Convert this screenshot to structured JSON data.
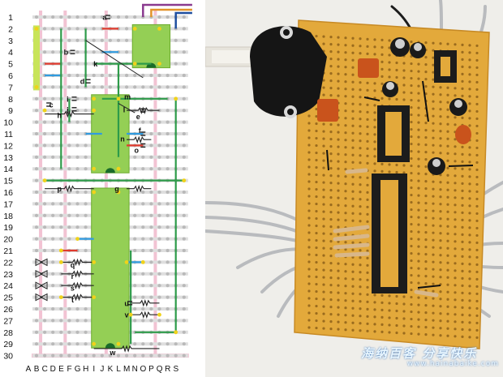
{
  "diagram": {
    "title": "",
    "row_labels": [
      "1",
      "2",
      "3",
      "4",
      "5",
      "6",
      "7",
      "8",
      "9",
      "10",
      "11",
      "12",
      "13",
      "14",
      "15",
      "16",
      "17",
      "18",
      "19",
      "20",
      "21",
      "22",
      "23",
      "24",
      "25",
      "26",
      "27",
      "28",
      "29",
      "30"
    ],
    "column_labels": [
      "A",
      "B",
      "C",
      "D",
      "E",
      "F",
      "G",
      "H",
      "I",
      "J",
      "K",
      "L",
      "M",
      "N",
      "O",
      "P",
      "Q",
      "R",
      "S"
    ],
    "component_labels": [
      {
        "text": "a",
        "col": 8.3,
        "row": 1
      },
      {
        "text": "b",
        "col": 3.6,
        "row": 4
      },
      {
        "text": "k",
        "col": 7.2,
        "row": 5
      },
      {
        "text": "d",
        "col": 5.6,
        "row": 6.5
      },
      {
        "text": "c",
        "col": 1.8,
        "row": 8.5
      },
      {
        "text": "i",
        "col": 3.8,
        "row": 8
      },
      {
        "text": "j",
        "col": 3.8,
        "row": 8.9
      },
      {
        "text": "l",
        "col": 10.7,
        "row": 8.9
      },
      {
        "text": "m",
        "col": 11.1,
        "row": 7.8
      },
      {
        "text": "h",
        "col": 2.8,
        "row": 9.4
      },
      {
        "text": "e",
        "col": 12.4,
        "row": 9.5
      },
      {
        "text": "f",
        "col": 12.6,
        "row": 10.7
      },
      {
        "text": "n",
        "col": 10.5,
        "row": 11.4
      },
      {
        "text": "o",
        "col": 12.2,
        "row": 12.4
      },
      {
        "text": "p",
        "col": 2.8,
        "row": 15.7
      },
      {
        "text": "g",
        "col": 9.8,
        "row": 15.7
      },
      {
        "text": "q",
        "col": 4.4,
        "row": 22.2
      },
      {
        "text": "r",
        "col": 4.4,
        "row": 23.2
      },
      {
        "text": "s",
        "col": 4.4,
        "row": 24.2
      },
      {
        "text": "t",
        "col": 4.4,
        "row": 25.2
      },
      {
        "text": "u",
        "col": 11.0,
        "row": 25.5
      },
      {
        "text": "v",
        "col": 11.0,
        "row": 26.5
      },
      {
        "text": "w",
        "col": 9.3,
        "row": 29.7
      }
    ]
  },
  "photo": {
    "watermark_main": "海纳百客 分享快乐",
    "watermark_url": "www.hainabaike.com"
  }
}
